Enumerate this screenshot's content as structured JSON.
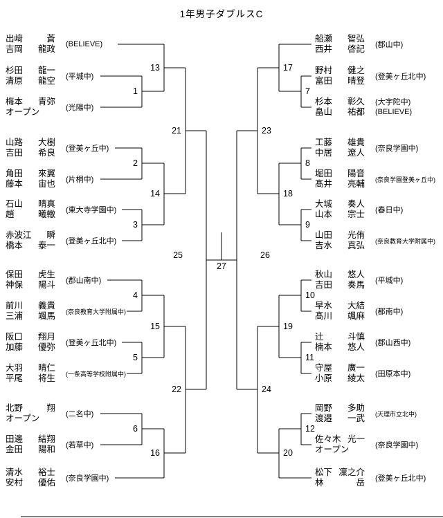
{
  "title": "1年男子ダブルスC",
  "matches": [
    "1",
    "2",
    "3",
    "4",
    "5",
    "6",
    "7",
    "8",
    "9",
    "10",
    "11",
    "12",
    "13",
    "14",
    "15",
    "16",
    "17",
    "18",
    "19",
    "20",
    "21",
    "22",
    "23",
    "24",
    "25",
    "26",
    "27"
  ],
  "entries_left": [
    {
      "p1s": "出﨑",
      "p1g": "蒼",
      "p2s": "吉岡",
      "p2g": "龍政",
      "club": "(BELIEVE)"
    },
    {
      "p1s": "杉田",
      "p1g": "龍一",
      "p2s": "清原",
      "p2g": "龍空",
      "club": "(平城中)"
    },
    {
      "p1s": "梅本",
      "p1g": "青弥",
      "p2s": "オープン",
      "p2g": "",
      "club": "(光陽中)"
    },
    {
      "p1s": "山路",
      "p1g": "大樹",
      "p2s": "吉田",
      "p2g": "希良",
      "club": "(登美ヶ丘中)"
    },
    {
      "p1s": "角田",
      "p1g": "來翼",
      "p2s": "藤本",
      "p2g": "宙也",
      "club": "(片桐中)"
    },
    {
      "p1s": "石山",
      "p1g": "晴真",
      "p2s": "趙",
      "p2g": "曦轍",
      "club": "(東大寺学園中)"
    },
    {
      "p1s": "赤波江",
      "p1g": "瞬",
      "p2s": "橋本",
      "p2g": "泰一",
      "club": "(登美ヶ丘北中)"
    },
    {
      "p1s": "保田",
      "p1g": "虎生",
      "p2s": "神保",
      "p2g": "陽斗",
      "club": "(郡山南中)"
    },
    {
      "p1s": "前川",
      "p1g": "義貴",
      "p2s": "三浦",
      "p2g": "颯馬",
      "club": "(奈良教育大学附属中)"
    },
    {
      "p1s": "阪口",
      "p1g": "翔月",
      "p2s": "加藤",
      "p2g": "優弥",
      "club": "(登美ヶ丘北中)"
    },
    {
      "p1s": "大羽",
      "p1g": "晴仁",
      "p2s": "平尾",
      "p2g": "将生",
      "club": "(一条高等学校附属中)"
    },
    {
      "p1s": "北野",
      "p1g": "翔",
      "p2s": "オープン",
      "p2g": "",
      "club": "(二名中)"
    },
    {
      "p1s": "田邊",
      "p1g": "結翔",
      "p2s": "金田",
      "p2g": "陽和",
      "club": "(若草中)"
    },
    {
      "p1s": "清水",
      "p1g": "裕士",
      "p2s": "安村",
      "p2g": "優佑",
      "club": "(奈良学園中)"
    }
  ],
  "entries_right": [
    {
      "p1s": "船瀬",
      "p1g": "智弘",
      "p2s": "西井",
      "p2g": "啓記",
      "club": "(郡山中)"
    },
    {
      "p1s": "野村",
      "p1g": "健之",
      "p2s": "富田",
      "p2g": "晴登",
      "club": "(登美ヶ丘北中)"
    },
    {
      "p1s": "杉本",
      "p1g": "彰久",
      "p2s": "畠山",
      "p2g": "祐都",
      "club": "(大宇陀中)",
      "club2": "(BELIEVE)"
    },
    {
      "p1s": "工藤",
      "p1g": "雄貴",
      "p2s": "中居",
      "p2g": "遼人",
      "club": "(奈良学園中)"
    },
    {
      "p1s": "堀田",
      "p1g": "陽音",
      "p2s": "髙井",
      "p2g": "亮輔",
      "club": "(奈良学園登美ヶ丘中)"
    },
    {
      "p1s": "大城",
      "p1g": "奏人",
      "p2s": "山本",
      "p2g": "宗士",
      "club": "(春日中)"
    },
    {
      "p1s": "山田",
      "p1g": "光侑",
      "p2s": "吉水",
      "p2g": "真弘",
      "club": "(奈良教育大学附属中)"
    },
    {
      "p1s": "秋山",
      "p1g": "悠人",
      "p2s": "吉田",
      "p2g": "奏馬",
      "club": "(平城中)"
    },
    {
      "p1s": "早水",
      "p1g": "大結",
      "p2s": "髙川",
      "p2g": "颯麻",
      "club": "(都南中)"
    },
    {
      "p1s": "辻",
      "p1g": "斗慎",
      "p2s": "楠本",
      "p2g": "悠人",
      "club": "(郡山西中)"
    },
    {
      "p1s": "守屋",
      "p1g": "廣一",
      "p2s": "小原",
      "p2g": "綾太",
      "club": "(田原本中)"
    },
    {
      "p1s": "岡野",
      "p1g": "多助",
      "p2s": "渡邉",
      "p2g": "一武",
      "club": "(天理市立北中)"
    },
    {
      "p1s": "佐々木",
      "p1g": "光一",
      "p2s": "オープン",
      "p2g": "",
      "club": "(奈良学園中)"
    },
    {
      "p1s": "松下",
      "p1g": "凜之介",
      "p2s": "林",
      "p2g": "岳",
      "club": "(登美ヶ丘北中)"
    }
  ]
}
